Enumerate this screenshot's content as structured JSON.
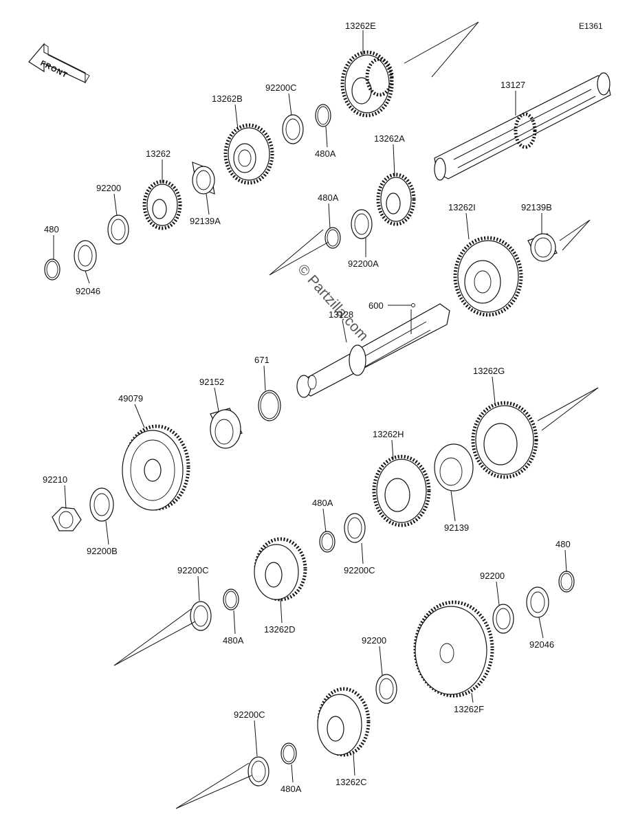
{
  "diagram_code": "E1361",
  "front_label": "FRONT",
  "watermark": "© Partzilla.com",
  "labels": {
    "p13262E": "13262E",
    "p13127": "13127",
    "p92200C_top": "92200C",
    "p480A_top": "480A",
    "p13262B": "13262B",
    "p13262": "13262",
    "p92139A": "92139A",
    "p92200_top": "92200",
    "p480_top": "480",
    "p92046_left": "92046",
    "p13262A": "13262A",
    "p480A_mid": "480A",
    "p92200A": "92200A",
    "p13262I": "13262I",
    "p92139B": "92139B",
    "p600": "600",
    "p13128": "13128",
    "p671": "671",
    "p92152": "92152",
    "p49079": "49079",
    "p13262G": "13262G",
    "p13262H": "13262H",
    "p92139": "92139",
    "p92210": "92210",
    "p92200B": "92200B",
    "p480A_center": "480A",
    "p92200C_center": "92200C",
    "p92200C_left": "92200C",
    "p480A_left": "480A",
    "p13262D": "13262D",
    "p92200_right": "92200",
    "p480_right": "480",
    "p92046_right": "92046",
    "p92200_bottom": "92200",
    "p13262F": "13262F",
    "p92200C_bottom": "92200C",
    "p480A_bottom": "480A",
    "p13262C": "13262C"
  }
}
